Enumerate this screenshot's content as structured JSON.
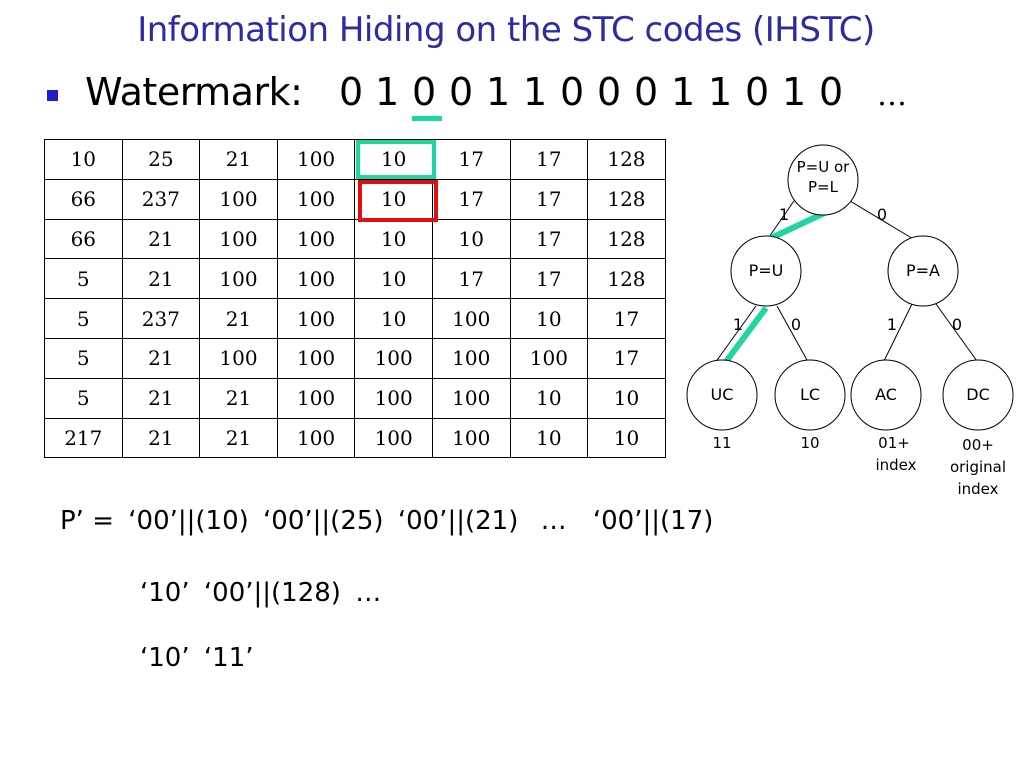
{
  "title": "Information Hiding on the STC codes (IHSTC)",
  "watermark": {
    "label": "Watermark:",
    "bits": [
      "0",
      "1",
      "0",
      "0",
      "1",
      "1",
      "0",
      "0",
      "0",
      "1",
      "1",
      "0",
      "1",
      "0"
    ],
    "ellipsis": "…"
  },
  "table": {
    "rows": [
      [
        "10",
        "25",
        "21",
        "100",
        "10",
        "17",
        "17",
        "128"
      ],
      [
        "66",
        "237",
        "100",
        "100",
        "10",
        "17",
        "17",
        "128"
      ],
      [
        "66",
        "21",
        "100",
        "100",
        "10",
        "10",
        "17",
        "128"
      ],
      [
        "5",
        "21",
        "100",
        "100",
        "10",
        "17",
        "17",
        "128"
      ],
      [
        "5",
        "237",
        "21",
        "100",
        "10",
        "100",
        "10",
        "17"
      ],
      [
        "5",
        "21",
        "100",
        "100",
        "100",
        "100",
        "100",
        "17"
      ],
      [
        "5",
        "21",
        "21",
        "100",
        "100",
        "100",
        "10",
        "10"
      ],
      [
        "217",
        "21",
        "21",
        "100",
        "100",
        "100",
        "10",
        "10"
      ]
    ]
  },
  "tree": {
    "root": {
      "line1": "P=U or",
      "line2": "P=L"
    },
    "root_edges": {
      "left": "1",
      "right": "0"
    },
    "level1": [
      {
        "label": "P=U",
        "edge_left": "1",
        "edge_right": "0"
      },
      {
        "label": "P=A",
        "edge_left": "1",
        "edge_right": "0"
      }
    ],
    "leaves": [
      {
        "label": "UC",
        "code": "11",
        "code2": ""
      },
      {
        "label": "LC",
        "code": "10",
        "code2": ""
      },
      {
        "label": "AC",
        "code": "01+",
        "code2": "index"
      },
      {
        "label": "DC",
        "code": "00+",
        "code2": "original",
        "code3": "index"
      }
    ],
    "colors": {
      "highlight": "#1fd6a0",
      "stroke": "#000000"
    }
  },
  "equations": {
    "line1": [
      "P’ =",
      "‘00’||(10)",
      "‘00’||(25)",
      "‘00’||(21)",
      "…",
      "‘00’||(17)"
    ],
    "line2": [
      "‘10’",
      "‘00’||(128)",
      "…"
    ],
    "line3": [
      "‘10’",
      "‘11’"
    ]
  },
  "colors": {
    "title": "#2b2ba6",
    "bullet": "#1f1fd0",
    "green": "#1fd6a0",
    "red": "#e01010"
  }
}
